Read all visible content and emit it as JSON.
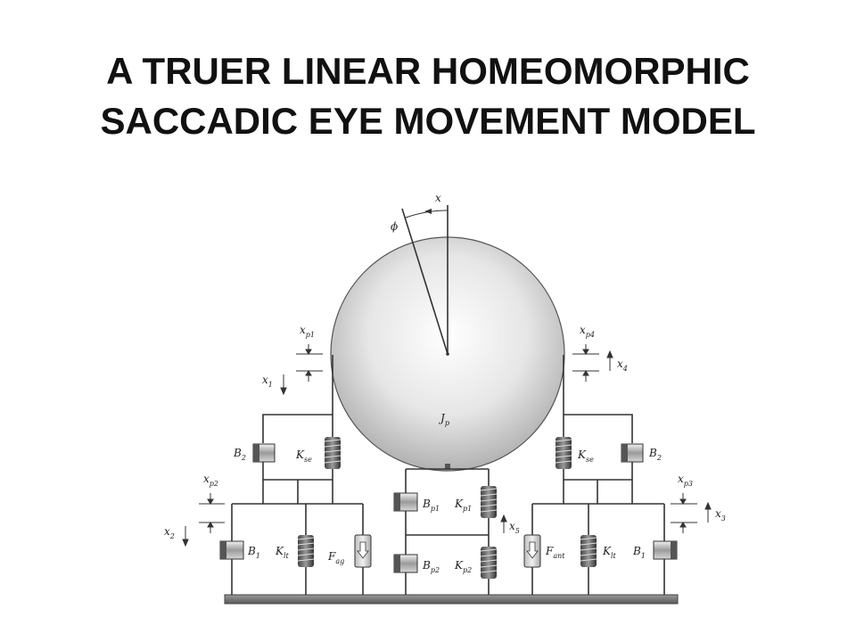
{
  "slide": {
    "title_line1": "A TRUER LINEAR HOMEOMORPHIC",
    "title_line2": "SACCADIC EYE MOVEMENT MODEL"
  },
  "diagram": {
    "labels": {
      "x": "x",
      "phi": "ϕ",
      "Jp": "J",
      "Jp_sub": "p",
      "xp1": "x",
      "xp1_sub": "p1",
      "x1": "x",
      "x1_sub": "1",
      "xp4": "x",
      "xp4_sub": "p4",
      "x4": "x",
      "x4_sub": "4",
      "B2_left": "B",
      "B2_left_sub": "2",
      "Kse_left": "K",
      "Kse_left_sub": "se",
      "Kse_right": "K",
      "Kse_right_sub": "se",
      "B2_right": "B",
      "B2_right_sub": "2",
      "xp2": "x",
      "xp2_sub": "p2",
      "x2": "x",
      "x2_sub": "2",
      "xp3": "x",
      "xp3_sub": "p3",
      "x3": "x",
      "x3_sub": "3",
      "B1_left": "B",
      "B1_left_sub": "1",
      "Klt_left": "K",
      "Klt_left_sub": "lt",
      "Fag": "F",
      "Fag_sub": "ag",
      "Bp1": "B",
      "Bp1_sub": "p1",
      "Kp1": "K",
      "Kp1_sub": "p1",
      "x5": "x",
      "x5_sub": "5",
      "Bp2": "B",
      "Bp2_sub": "p2",
      "Kp2": "K",
      "Kp2_sub": "p2",
      "Fant": "F",
      "Fant_sub": "ant",
      "Klt_right": "K",
      "Klt_right_sub": "lt",
      "B1_right": "B",
      "B1_right_sub": "1"
    }
  }
}
